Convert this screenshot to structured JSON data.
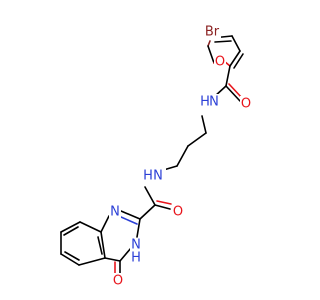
{
  "molecule": {
    "colors": {
      "carbon": "#000000",
      "oxygen": "#e8141b",
      "nitrogen": "#2b3fd6",
      "bromine": "#8b2222",
      "background": "#ffffff"
    },
    "labels": {
      "bromine": "Br",
      "furan_oxygen": "O",
      "furan_amide_oxygen": "O",
      "furan_amide_nitrogen": "N",
      "furan_amide_hydrogen": "H",
      "linker_nitrogen": "N",
      "linker_hydrogen": "H",
      "quinazoline_amide_oxygen": "O",
      "quinazoline_n1": "N",
      "quinazoline_n3": "N",
      "quinazoline_n3_hydrogen": "H",
      "quinazoline_carbonyl_oxygen": "O"
    }
  }
}
